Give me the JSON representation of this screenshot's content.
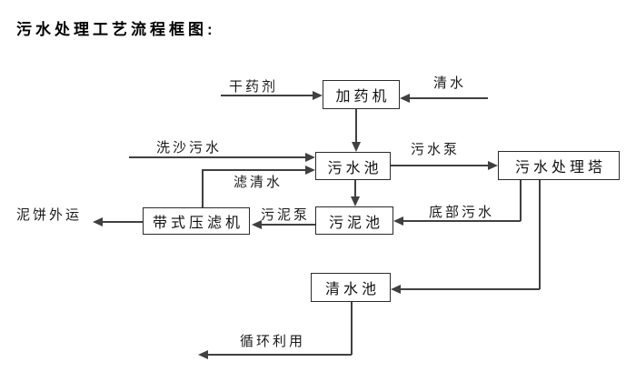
{
  "title": "污水处理工艺流程框图:",
  "diagram": {
    "nodes": [
      {
        "id": "dosing-machine",
        "label": "加药机"
      },
      {
        "id": "sewage-pool",
        "label": "污水池"
      },
      {
        "id": "sewage-treatment-tower",
        "label": "污水处理塔"
      },
      {
        "id": "sludge-pool",
        "label": "污泥池"
      },
      {
        "id": "belt-filter-press",
        "label": "带式压滤机"
      },
      {
        "id": "clean-water-pool",
        "label": "清水池"
      }
    ],
    "edge_labels": [
      {
        "id": "dry-chemical",
        "label": "干药剂"
      },
      {
        "id": "clean-water",
        "label": "清水"
      },
      {
        "id": "sand-washing-sewage",
        "label": "洗沙污水"
      },
      {
        "id": "sewage-pump",
        "label": "污水泵"
      },
      {
        "id": "filtered-clear-water",
        "label": "滤清水"
      },
      {
        "id": "sludge-pump",
        "label": "污泥泵"
      },
      {
        "id": "bottom-sewage",
        "label": "底部污水"
      },
      {
        "id": "mud-cake-transport",
        "label": "泥饼外运"
      },
      {
        "id": "recycling-use",
        "label": "循环利用"
      }
    ],
    "edges": [
      {
        "from": "dry-chemical-source",
        "to": "dosing-machine",
        "label": "干药剂"
      },
      {
        "from": "clean-water-source",
        "to": "dosing-machine",
        "label": "清水"
      },
      {
        "from": "dosing-machine",
        "to": "sewage-pool",
        "label": ""
      },
      {
        "from": "sand-washing-sewage",
        "to": "sewage-pool",
        "label": "洗沙污水"
      },
      {
        "from": "belt-filter-press",
        "to": "sewage-pool",
        "label": "滤清水"
      },
      {
        "from": "sewage-pool",
        "to": "sewage-treatment-tower",
        "label": "污水泵"
      },
      {
        "from": "sewage-pool",
        "to": "sludge-pool",
        "label": ""
      },
      {
        "from": "sewage-treatment-tower",
        "to": "sludge-pool",
        "label": "底部污水"
      },
      {
        "from": "sludge-pool",
        "to": "belt-filter-press",
        "label": "污泥泵"
      },
      {
        "from": "belt-filter-press",
        "to": "mud-cake-out",
        "label": "泥饼外运"
      },
      {
        "from": "sewage-treatment-tower",
        "to": "clean-water-pool",
        "label": ""
      },
      {
        "from": "clean-water-pool",
        "to": "recycling",
        "label": "循环利用"
      }
    ],
    "colors": {
      "background": "#ffffff",
      "line": "#404040",
      "box_border": "#2b2b2b",
      "text": "#000000"
    }
  }
}
